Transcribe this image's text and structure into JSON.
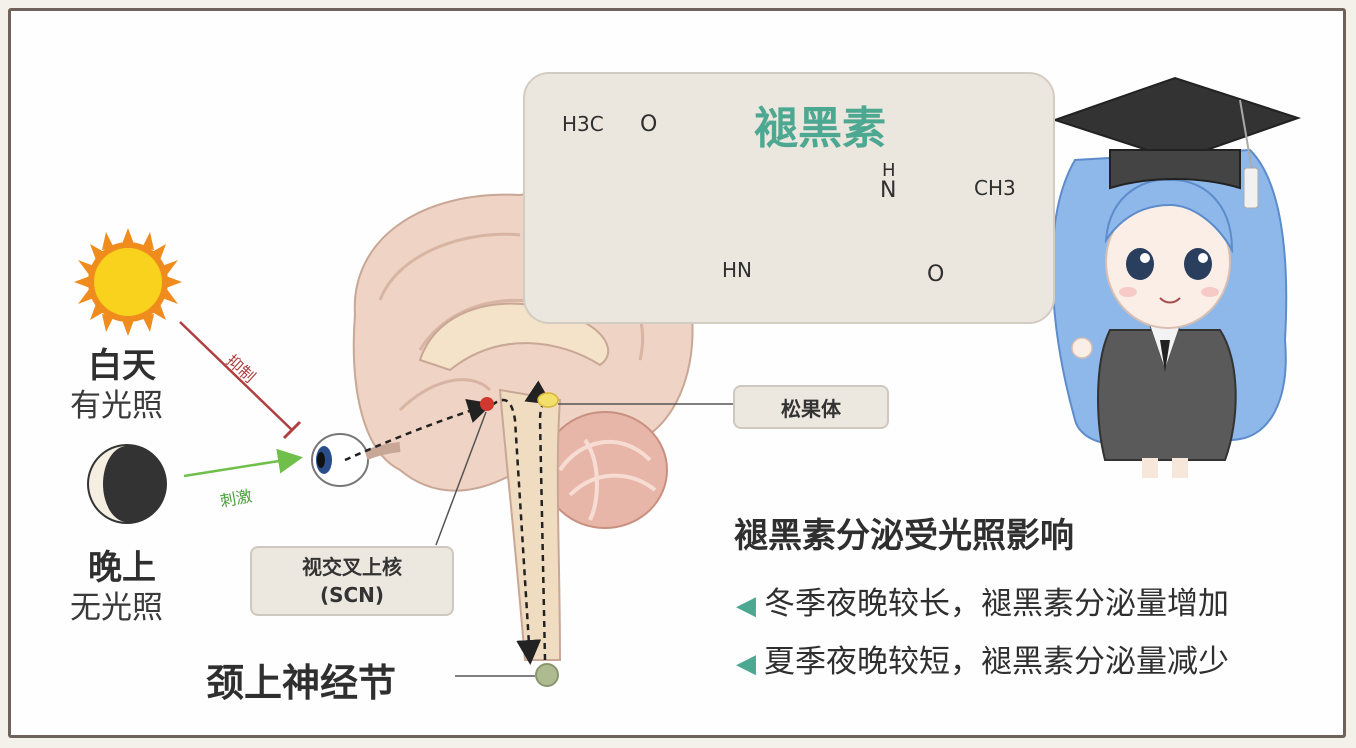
{
  "day": {
    "title": "白天",
    "subtitle": "有光照"
  },
  "night": {
    "title": "晚上",
    "subtitle": "无光照"
  },
  "arrows": {
    "inhibit": "抑制",
    "stimulate": "刺激"
  },
  "labels": {
    "pineal": "松果体",
    "scn_line1": "视交叉上核",
    "scn_line2": "(SCN)",
    "ganglion": "颈上神经节"
  },
  "molecule": {
    "title": "褪黑素",
    "atoms": {
      "methyl_left": "H3C",
      "oxygen_ether": "O",
      "nh_h": "H",
      "nh_n": "N",
      "methyl_right": "CH3",
      "oxygen_carbonyl": "O",
      "hn_ring": "HN"
    }
  },
  "facts": {
    "title": "褪黑素分泌受光照影响",
    "items": [
      "冬季夜晚较长，褪黑素分泌量增加",
      "夏季夜晚较短，褪黑素分泌量减少"
    ]
  },
  "colors": {
    "accent": "#4da891",
    "inhibit": "#b04040",
    "stimulate": "#6fbf4a",
    "sun": "#f6c21c",
    "brain": "#efd6c8"
  }
}
